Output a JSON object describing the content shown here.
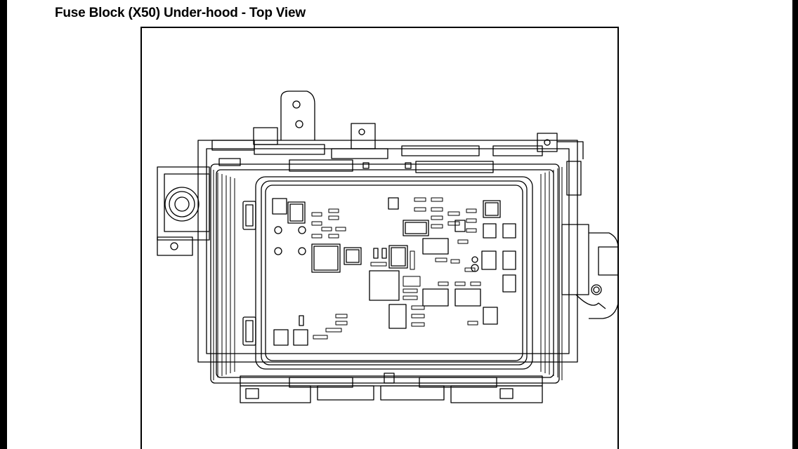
{
  "title": "Fuse Block (X50) Under-hood - Top View",
  "diagram": {
    "subject": "fuse-block-x50-underhood",
    "view": "top",
    "stroke_color": "#000000",
    "background_color": "#ffffff"
  }
}
